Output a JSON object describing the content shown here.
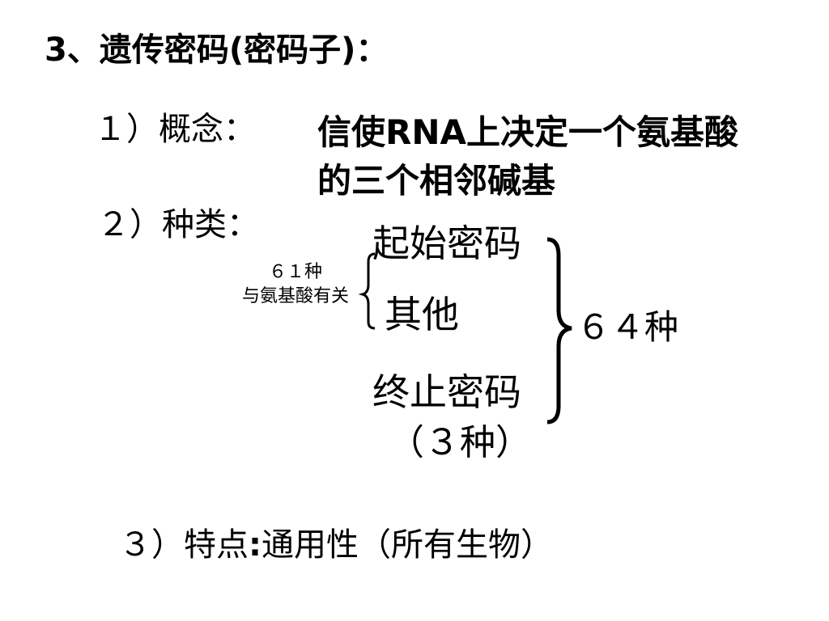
{
  "heading": "3、遗传密码(密码子)：",
  "concept": {
    "label": "１）概念：",
    "line1": "信使RNA上决定一个氨基酸",
    "line2": "的三个相邻碱基"
  },
  "types": {
    "label": "２）种类：",
    "start_codon": "起始密码",
    "other": "其他",
    "stop_codon": "终止密码",
    "stop_count": "（３种）",
    "amino_count": "６１种",
    "amino_note": "与氨基酸有关",
    "total": "６４种"
  },
  "features": {
    "label": "３）特点",
    "text": "通用性（所有生物）"
  }
}
